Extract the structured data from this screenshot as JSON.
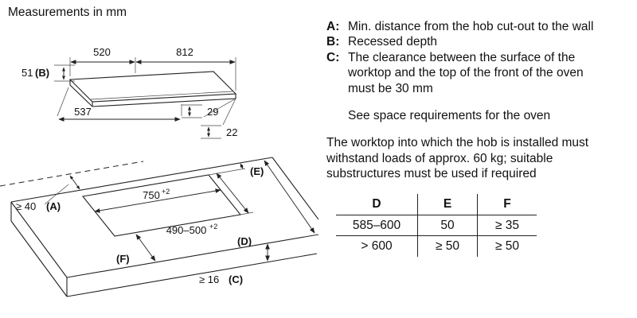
{
  "title": "Measurements in mm",
  "diagram": {
    "hob": {
      "depth": "520",
      "width": "812",
      "recess_value": "51",
      "recess_ref": "(B)",
      "front_depth": "537",
      "offset_29": "29",
      "offset_22": "22"
    },
    "cutout": {
      "width": "750",
      "width_tol": "+2",
      "depth": "490–500",
      "depth_tol": "+2"
    },
    "marks": {
      "a_value": "≥ 40",
      "a_ref": "(A)",
      "c_value": "≥ 16",
      "c_ref": "(C)",
      "d_ref": "(D)",
      "e_ref": "(E)",
      "f_ref": "(F)"
    }
  },
  "notes": [
    {
      "key": "A:",
      "text": "Min. distance from the hob cut-out to the wall"
    },
    {
      "key": "B:",
      "text": "Recessed depth"
    },
    {
      "key": "C:",
      "text": "The clearance between the surface of the worktop and the top of the front of the oven must be 30 mm"
    }
  ],
  "see_note": "See space requirements for the oven",
  "worktop_note": "The worktop into which the hob is installed must withstand loads of approx. 60 kg; suitable substructures must be used if required",
  "table": {
    "headers": [
      "D",
      "E",
      "F"
    ],
    "rows": [
      [
        "585–600",
        "50",
        "≥ 35"
      ],
      [
        "> 600",
        "≥ 50",
        "≥ 50"
      ]
    ]
  },
  "colors": {
    "line": "#222222",
    "text": "#111111"
  }
}
